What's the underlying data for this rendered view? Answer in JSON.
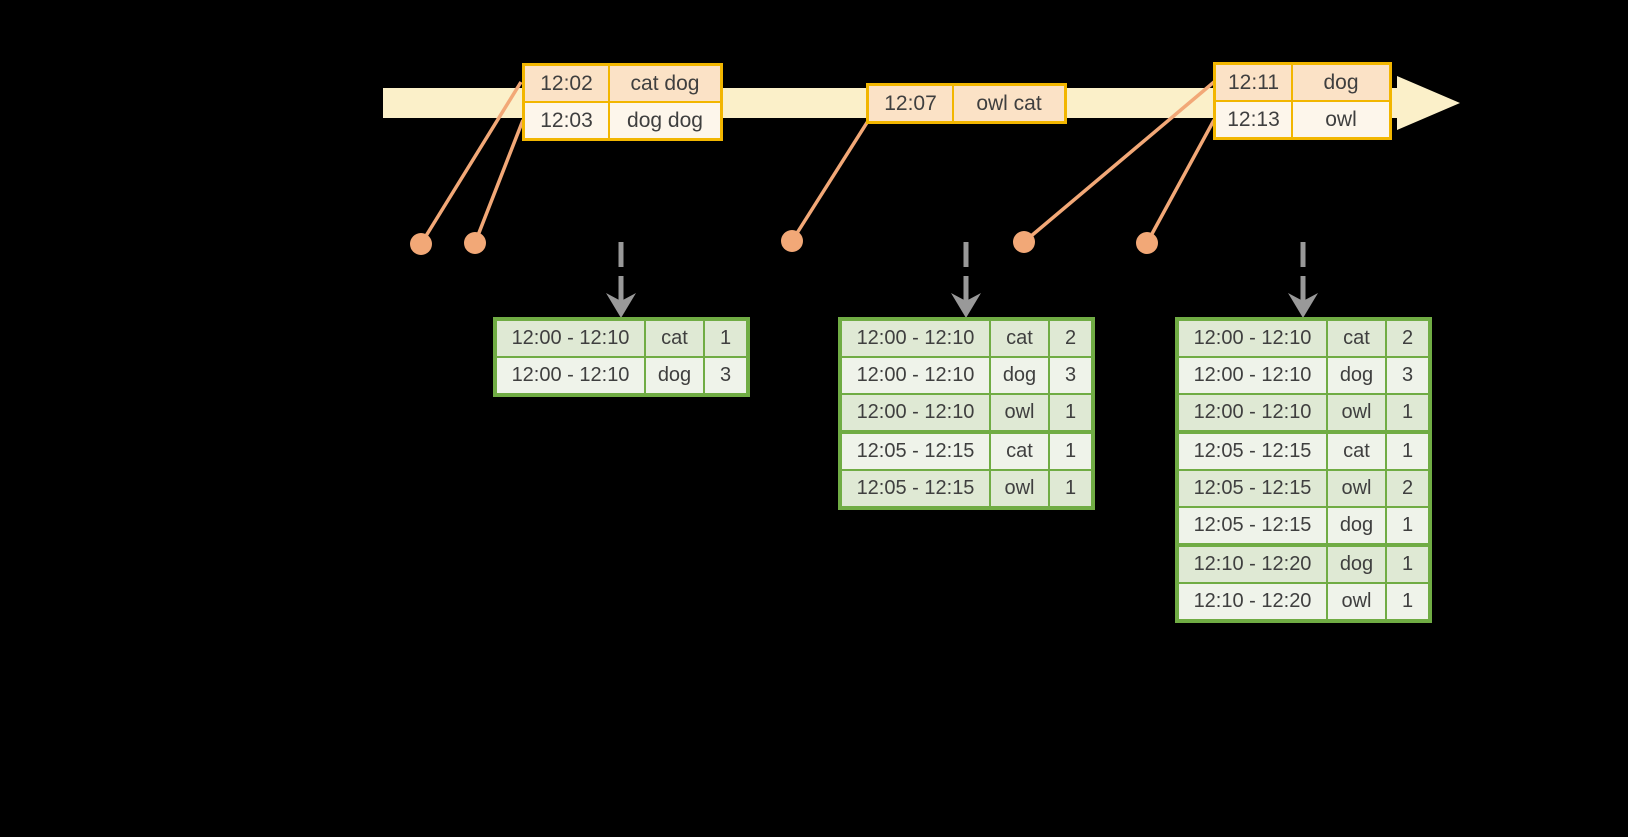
{
  "colors": {
    "background": "#000000",
    "timeline_band": "#FBF0C9",
    "event_border": "#F2B600",
    "event_row_dark": "#FBE2C6",
    "event_row_light": "#FDF6EB",
    "event_dot_line": "#F2A877",
    "trigger_arrow": "#999999",
    "result_border": "#70AC44",
    "result_row_dark": "#DFE9D4",
    "result_row_light": "#EFF3EA",
    "text": "#3F3F3F"
  },
  "icons": {
    "timeline_arrowhead": "right-arrow-icon",
    "trigger_arrows": "down-dashed-arrow-icon",
    "event_markers": "dot-icon"
  },
  "event_tables": [
    {
      "rows": [
        {
          "time": "12:02",
          "words": "cat dog"
        },
        {
          "time": "12:03",
          "words": "dog dog"
        }
      ]
    },
    {
      "rows": [
        {
          "time": "12:07",
          "words": "owl cat"
        }
      ]
    },
    {
      "rows": [
        {
          "time": "12:11",
          "words": "dog"
        },
        {
          "time": "12:13",
          "words": "owl"
        }
      ]
    }
  ],
  "result_tables": [
    {
      "rows": [
        {
          "window": "12:00 - 12:10",
          "word": "cat",
          "count": "1"
        },
        {
          "window": "12:00 - 12:10",
          "word": "dog",
          "count": "3"
        }
      ]
    },
    {
      "rows": [
        {
          "window": "12:00 - 12:10",
          "word": "cat",
          "count": "2"
        },
        {
          "window": "12:00 - 12:10",
          "word": "dog",
          "count": "3"
        },
        {
          "window": "12:00 - 12:10",
          "word": "owl",
          "count": "1"
        },
        {
          "window": "12:05 - 12:15",
          "word": "cat",
          "count": "1"
        },
        {
          "window": "12:05 - 12:15",
          "word": "owl",
          "count": "1"
        }
      ]
    },
    {
      "rows": [
        {
          "window": "12:00 - 12:10",
          "word": "cat",
          "count": "2"
        },
        {
          "window": "12:00 - 12:10",
          "word": "dog",
          "count": "3"
        },
        {
          "window": "12:00 - 12:10",
          "word": "owl",
          "count": "1"
        },
        {
          "window": "12:05 - 12:15",
          "word": "cat",
          "count": "1"
        },
        {
          "window": "12:05 - 12:15",
          "word": "owl",
          "count": "2"
        },
        {
          "window": "12:05 - 12:15",
          "word": "dog",
          "count": "1"
        },
        {
          "window": "12:10 - 12:20",
          "word": "dog",
          "count": "1"
        },
        {
          "window": "12:10 - 12:20",
          "word": "owl",
          "count": "1"
        }
      ]
    }
  ]
}
